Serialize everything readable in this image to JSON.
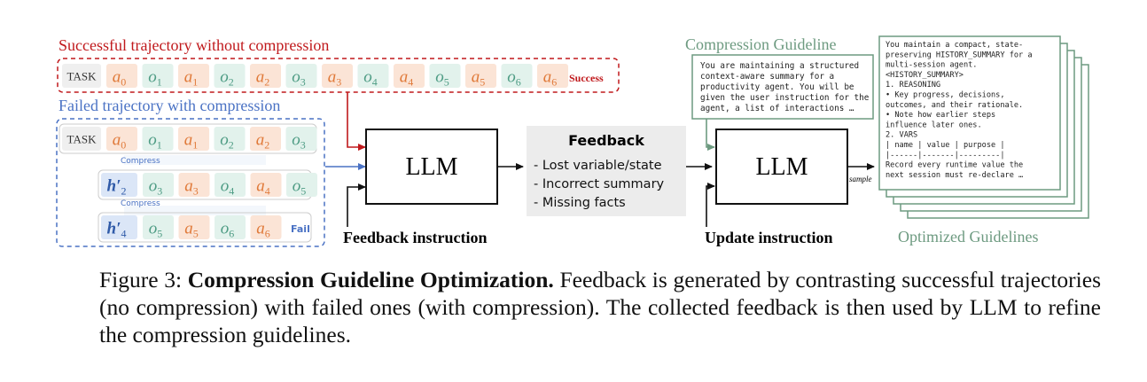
{
  "colors": {
    "success_red": "#c0191c",
    "failed_blue": "#4a72c4",
    "action_fill": "#fbe4d6",
    "action_text": "#e07a3a",
    "obs_fill": "#e2f2ec",
    "obs_text": "#4e9c84",
    "hist_fill": "#dbe6f7",
    "hist_text": "#2f5aa8",
    "guide_green": "#6d9a80",
    "feedback_fill": "#ececec"
  },
  "success_panel": {
    "title": "Successful trajectory without compression",
    "task": "TASK",
    "tokens": [
      {
        "kind": "a",
        "base": "a",
        "sub": "0"
      },
      {
        "kind": "o",
        "base": "o",
        "sub": "1"
      },
      {
        "kind": "a",
        "base": "a",
        "sub": "1"
      },
      {
        "kind": "o",
        "base": "o",
        "sub": "2"
      },
      {
        "kind": "a",
        "base": "a",
        "sub": "2"
      },
      {
        "kind": "o",
        "base": "o",
        "sub": "3"
      },
      {
        "kind": "a",
        "base": "a",
        "sub": "3"
      },
      {
        "kind": "o",
        "base": "o",
        "sub": "4"
      },
      {
        "kind": "a",
        "base": "a",
        "sub": "4"
      },
      {
        "kind": "o",
        "base": "o",
        "sub": "5"
      },
      {
        "kind": "a",
        "base": "a",
        "sub": "5"
      },
      {
        "kind": "o",
        "base": "o",
        "sub": "6"
      },
      {
        "kind": "a",
        "base": "a",
        "sub": "6"
      }
    ],
    "status": "Success"
  },
  "failed_panel": {
    "title": "Failed trajectory with compression",
    "compress_label": "Compress",
    "status": "Fail",
    "rows": [
      {
        "lead": "TASK",
        "tokens": [
          {
            "kind": "a",
            "base": "a",
            "sub": "0"
          },
          {
            "kind": "o",
            "base": "o",
            "sub": "1"
          },
          {
            "kind": "a",
            "base": "a",
            "sub": "1"
          },
          {
            "kind": "o",
            "base": "o",
            "sub": "2"
          },
          {
            "kind": "a",
            "base": "a",
            "sub": "2"
          },
          {
            "kind": "o",
            "base": "o",
            "sub": "3"
          }
        ]
      },
      {
        "lead_base": "h′",
        "lead_sub": "2",
        "tokens": [
          {
            "kind": "o",
            "base": "o",
            "sub": "3"
          },
          {
            "kind": "a",
            "base": "a",
            "sub": "3"
          },
          {
            "kind": "o",
            "base": "o",
            "sub": "4"
          },
          {
            "kind": "a",
            "base": "a",
            "sub": "4"
          },
          {
            "kind": "o",
            "base": "o",
            "sub": "5"
          }
        ]
      },
      {
        "lead_base": "h′",
        "lead_sub": "4",
        "tokens": [
          {
            "kind": "o",
            "base": "o",
            "sub": "5"
          },
          {
            "kind": "a",
            "base": "a",
            "sub": "5"
          },
          {
            "kind": "o",
            "base": "o",
            "sub": "6"
          },
          {
            "kind": "a",
            "base": "a",
            "sub": "6"
          }
        ]
      }
    ]
  },
  "llm_left": {
    "label": "LLM",
    "instruction": "Feedback instruction"
  },
  "feedback": {
    "title": "Feedback",
    "items": [
      "- Lost variable/state",
      "- Incorrect summary",
      "- Missing facts"
    ]
  },
  "compression_guideline": {
    "title": "Compression Guideline",
    "lines": [
      "You are maintaining a structured",
      "context-aware summary for a",
      "productivity agent. You will be",
      "given the user instruction for the",
      "agent, a list of interactions …"
    ]
  },
  "llm_right": {
    "label": "LLM",
    "instruction": "Update instruction",
    "sample_label": "sample"
  },
  "optimized": {
    "title": "Optimized Guidelines",
    "lines": [
      "You maintain a compact, state-",
      "preserving HISTORY_SUMMARY for a",
      "multi-session agent.",
      "<HISTORY_SUMMARY>",
      "1. REASONING",
      "   • Key progress, decisions,",
      "outcomes, and their rationale.",
      "   • Note how earlier steps",
      "influence later ones.",
      "2. VARS",
      "   | name | value | purpose |",
      "   |------|-------|---------|",
      "   Record every runtime value the",
      "next session must re-declare …"
    ]
  },
  "caption": {
    "label": "Figure 3:",
    "bold": "Compression Guideline Optimization.",
    "text": "Feedback is generated by contrasting successful trajectories (no compression) with failed ones (with compression). The collected feedback is then used by LLM to refine the compression guidelines."
  }
}
